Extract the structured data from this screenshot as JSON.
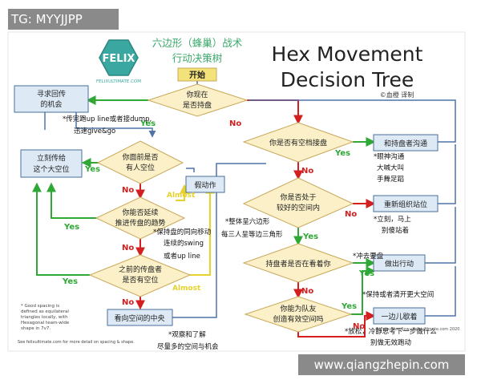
{
  "watermark_top": "TG: MYYJJPP",
  "watermark_bottom": "www.qiangzhepin.com",
  "logo": {
    "text": "FELIX",
    "url": "FELIXULTIMATE.COM"
  },
  "subtitle_cn": [
    "六边形（蜂巢）战术",
    "行动决策树"
  ],
  "title": [
    "Hex Movement",
    "Decision Tree"
  ],
  "translator": "©血橙 译制",
  "start": "开始",
  "nodes": {
    "q1": [
      "你现在",
      "是否持盘"
    ],
    "q2": [
      "你是否有空档接盘"
    ],
    "q3": [
      "你面前是否",
      "有人空位"
    ],
    "q4": [
      "你能否延续",
      "推进传盘的趋势"
    ],
    "q5": [
      "之前的传盘者",
      "是否有空位"
    ],
    "q6": [
      "你是否处于",
      "较好的空间内"
    ],
    "q7": [
      "持盘者是否在看着你"
    ],
    "q8": [
      "你能为队友",
      "创造有效空间吗"
    ]
  },
  "actions": {
    "seek": [
      "寻求回传",
      "的机会"
    ],
    "throw": [
      "立刻传给",
      "这个大空位"
    ],
    "fake": [
      "假动作"
    ],
    "look": [
      "看向空间的中央"
    ],
    "comm": [
      "和持盘者沟通"
    ],
    "reorg": [
      "重新组织站位"
    ],
    "cut": [
      "做出行动"
    ],
    "aside": [
      "一边儿歇着"
    ]
  },
  "notes": {
    "give_go": [
      "*传完跑up line或者接dump,",
      "迅速give&go"
    ],
    "eye": [
      "*眼神沟通",
      "大喊大叫",
      "手舞足蹈"
    ],
    "move_now": [
      "*立刻，马上",
      "别傻站着"
    ],
    "swing": [
      "*保持盘的同向移动",
      "连续的swing",
      "或者up line"
    ],
    "hex_shape": [
      "*整体呈六边形",
      "每三人呈等边三角形"
    ],
    "cut_deep": [
      "*冲去要盘"
    ],
    "keep_space": [
      "*保持或者清开更大空间"
    ],
    "relax": [
      "*放松，冷静思考下一步做什么",
      "别做无效跑动"
    ],
    "observe": [
      "*观察和了解",
      "尽量多的空间与机会"
    ]
  },
  "labels": {
    "yes": "Yes",
    "no": "No",
    "almost": "Almost"
  },
  "footnote": [
    "* Good spacing is",
    "defined as equilateral",
    "triangles locally, with",
    "Hexagonal team-wide",
    "shape in 7v7.",
    "See felixultimate.com for more detail on spacing & shape."
  ],
  "credit": "© Felix Shardlow · felixultimate.com 2020",
  "colors": {
    "diamond_fill": "#fbf0c8",
    "diamond_stroke": "#c8a85a",
    "box_fill": "#dde9f5",
    "box_stroke": "#4a6e9a",
    "start_fill": "#f3e27a",
    "yes": "#2fa836",
    "no": "#d31f1f",
    "almost": "#f2e23a",
    "arrow_blue": "#4f74a8",
    "logo": "#3aa8a0"
  }
}
